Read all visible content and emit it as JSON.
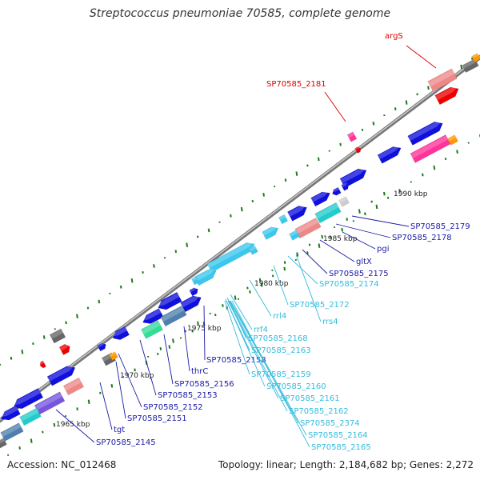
{
  "title": "Streptococcus pneumoniae 70585, complete genome",
  "footer": {
    "accession": "Accession: NC_012468",
    "summary": "Topology: linear; Length: 2,184,682 bp; Genes: 2,272"
  },
  "ticks": [
    "1965 kbp",
    "1970 kbp",
    "1975 kbp",
    "1980 kbp",
    "1985 kbp",
    "1990 kbp"
  ],
  "labels": [
    {
      "text": "argS",
      "color": "#dd0000"
    },
    {
      "text": "SP70585_2181",
      "color": "#dd0000"
    },
    {
      "text": "SP70585_2179",
      "color": "#1a1aa6"
    },
    {
      "text": "SP70585_2178",
      "color": "#1a1aa6"
    },
    {
      "text": "pgi",
      "color": "#1a1aa6"
    },
    {
      "text": "gltX",
      "color": "#1a1aa6"
    },
    {
      "text": "SP70585_2175",
      "color": "#1a1aa6"
    },
    {
      "text": "SP70585_2174",
      "color": "#33bbdd"
    },
    {
      "text": "SP70585_2172",
      "color": "#33bbdd"
    },
    {
      "text": "rrs4",
      "color": "#33bbdd"
    },
    {
      "text": "rrl4",
      "color": "#33bbdd"
    },
    {
      "text": "rrf4",
      "color": "#33bbdd"
    },
    {
      "text": "SP70585_2168",
      "color": "#33bbdd"
    },
    {
      "text": "SP70585_2163",
      "color": "#33bbdd"
    },
    {
      "text": "SP70585_2158",
      "color": "#1a1aa6"
    },
    {
      "text": "SP70585_2159",
      "color": "#33bbdd"
    },
    {
      "text": "SP70585_2160",
      "color": "#33bbdd"
    },
    {
      "text": "SP70585_2161",
      "color": "#33bbdd"
    },
    {
      "text": "SP70585_2162",
      "color": "#33bbdd"
    },
    {
      "text": "SP70585_2374",
      "color": "#33bbdd"
    },
    {
      "text": "SP70585_2164",
      "color": "#33bbdd"
    },
    {
      "text": "SP70585_2165",
      "color": "#33bbdd"
    },
    {
      "text": "thrC",
      "color": "#1a1aa6"
    },
    {
      "text": "SP70585_2156",
      "color": "#1a1aa6"
    },
    {
      "text": "SP70585_2153",
      "color": "#1a1aa6"
    },
    {
      "text": "SP70585_2152",
      "color": "#1a1aa6"
    },
    {
      "text": "SP70585_2151",
      "color": "#1a1aa6"
    },
    {
      "text": "tgt",
      "color": "#1a1aa6"
    },
    {
      "text": "SP70585_2145",
      "color": "#1a1aa6"
    }
  ],
  "colors": {
    "blue": "#1010dd",
    "lightblue": "#3cc8ee",
    "cyan": "#22cccc",
    "pink": "#ff3399",
    "salmon": "#ee8888",
    "red": "#ee0000",
    "green": "#33dd99",
    "purple": "#7755dd",
    "steel": "#4f7fae",
    "gray": "#666666",
    "orange": "#ff9900",
    "backbone": "#888888",
    "gc": "#1a7a1a"
  }
}
